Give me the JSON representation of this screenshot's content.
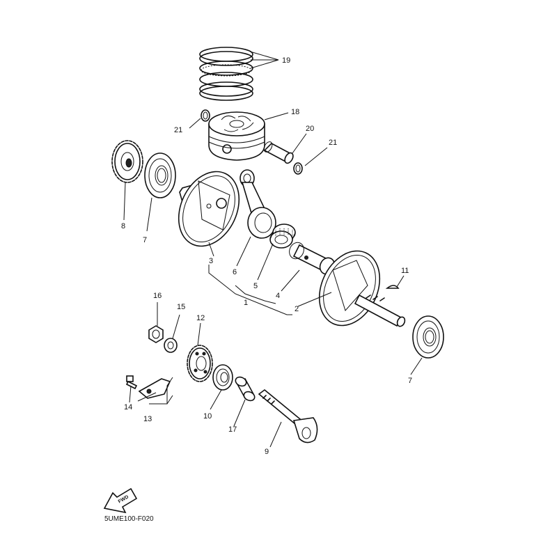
{
  "callouts": {
    "c1": "1",
    "c2": "2",
    "c3": "3",
    "c4": "4",
    "c5": "5",
    "c6": "6",
    "c7a": "7",
    "c7b": "7",
    "c8": "8",
    "c9": "9",
    "c10": "10",
    "c11": "11",
    "c12": "12",
    "c13": "13",
    "c14": "14",
    "c15": "15",
    "c16": "16",
    "c17": "17",
    "c18": "18",
    "c19": "19",
    "c20": "20",
    "c21a": "21",
    "c21b": "21"
  },
  "direction_arrow": {
    "label": "FWD",
    "icon": "fwd-arrow-icon"
  },
  "figure_code": "5UME100-F020"
}
